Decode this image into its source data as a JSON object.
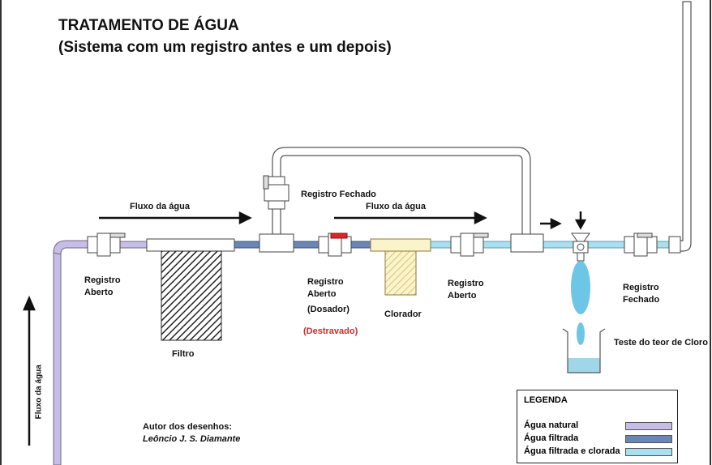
{
  "title": {
    "line1": "TRATAMENTO DE ÁGUA",
    "line2": "(Sistema com um registro antes e um depois)"
  },
  "labels": {
    "fluxo_left": "Fluxo da água",
    "fluxo_top1": "Fluxo da água",
    "fluxo_top2": "Fluxo da água",
    "registro_fechado_top": "Registro Fechado",
    "registro_aberto_1_a": "Registro",
    "registro_aberto_1_b": "Aberto",
    "filtro": "Filtro",
    "registro_dosador_a": "Registro",
    "registro_dosador_b": "Aberto",
    "registro_dosador_c": "(Dosador)",
    "destravado": "(Destravado)",
    "clorador": "Clorador",
    "registro_aberto_2_a": "Registro",
    "registro_aberto_2_b": "Aberto",
    "registro_fechado_r_a": "Registro",
    "registro_fechado_r_b": "Fechado",
    "teste": "Teste do teor de Cloro",
    "autor_a": "Autor dos desenhos:",
    "autor_b": "Leôncio J. S. Diamante"
  },
  "legend": {
    "title": "LEGENDA",
    "items": [
      {
        "label": "Água natural",
        "color": "#c7bde6"
      },
      {
        "label": "Água filtrada",
        "color": "#6a86b4"
      },
      {
        "label": "Água filtrada e clorada",
        "color": "#a9dfee"
      }
    ]
  },
  "colors": {
    "natural": "#c7bde6",
    "filtrada": "#6a86b4",
    "clorada": "#a9dfee",
    "water_drop": "#6ec6e6",
    "accent_red": "#d9262b"
  }
}
